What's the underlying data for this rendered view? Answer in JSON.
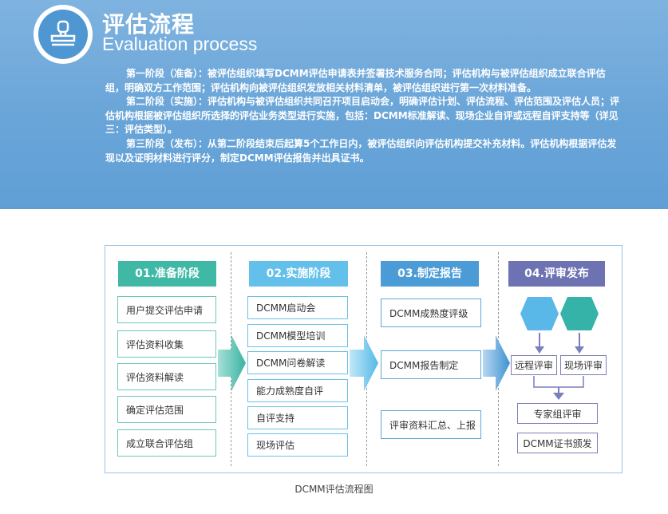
{
  "header": {
    "title_cn": "评估流程",
    "title_en": "Evaluation process",
    "paragraphs": [
      "第一阶段（准备）：被评估组织填写DCMM评估申请表并签署技术服务合同；评估机构与被评估组织成立联合评估组，明确双方工作范围；评估机构向被评估组织发放相关材料清单，被评估组织进行第一次材料准备。",
      "第二阶段（实施）：评估机构与被评估组织共同召开项目启动会，明确评估计划、评估流程、评估范围及评估人员；评估机构根据被评估组织所选择的评估业务类型进行实施，包括：DCMM标准解读、现场企业自评或远程自评支持等（详见三：评估类型）。",
      "第三阶段（发布）：从第二阶段结束后起算5个工作日内，被评估组织向评估机构提交补充材料。评估机构根据评估发现以及证明材料进行评分，制定DCMM评估报告并出具证书。"
    ]
  },
  "diagram": {
    "phases": [
      {
        "label": "01.准备阶段",
        "color": "#3fb8a6"
      },
      {
        "label": "02.实施阶段",
        "color": "#62c0ea"
      },
      {
        "label": "03.制定报告",
        "color": "#4b9cd6"
      },
      {
        "label": "04.评审发布",
        "color": "#6d72b2"
      }
    ],
    "col1": [
      "用户提交评估申请",
      "评估资料收集",
      "评估资料解读",
      "确定评估范围",
      "成立联合评估组"
    ],
    "col2": [
      "DCMM启动会",
      "DCMM模型培训",
      "DCMM问卷解读",
      "能力成熟度自评",
      "自评支持",
      "现场评估"
    ],
    "col3": [
      "DCMM成熟度评级",
      "DCMM报告制定",
      "评审资料汇总、上报"
    ],
    "col4": {
      "remote": "远程评审",
      "onsite": "现场评审",
      "expert": "专家组评审",
      "certificate": "DCMM证书颁发"
    },
    "colors": {
      "hex_left": "#5ab8e8",
      "hex_right": "#36b3a8",
      "arrow": "#7a7fbd"
    }
  },
  "caption": "DCMM评估流程图"
}
